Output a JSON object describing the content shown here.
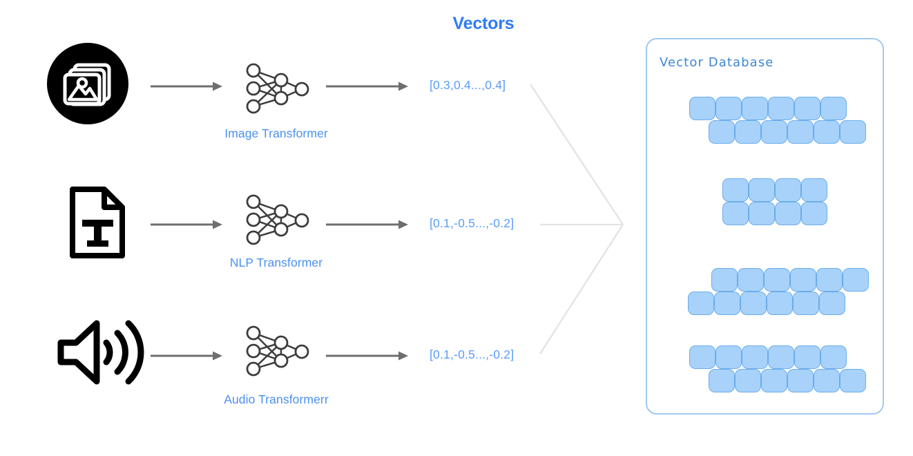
{
  "title": {
    "text": "Vectors",
    "color": "#2f7bf6"
  },
  "pipelines": [
    {
      "source_icon": "images-photo-icon",
      "transformer_label": "Image Transformer",
      "vector_text": "[0.3,0.4...,0.4]"
    },
    {
      "source_icon": "text-document-icon",
      "transformer_label": "NLP Transformer",
      "vector_text": "[0.1,-0.5...,-0.2]"
    },
    {
      "source_icon": "speaker-audio-icon",
      "transformer_label": "Audio Transformerr",
      "vector_text": "[0.1,-0.5...,-0.2]"
    }
  ],
  "vector_database": {
    "title": "Vector Database",
    "border_color": "#9fc8f2",
    "cell_fill": "#a8d2fa",
    "cell_border": "#6aaceb",
    "groups": [
      {
        "rows": [
          {
            "offset": 1,
            "count": 6
          },
          {
            "offset": 2,
            "count": 6
          }
        ]
      },
      {
        "rows": [
          {
            "offset": 3,
            "count": 4
          },
          {
            "offset": 3,
            "count": 4
          }
        ]
      },
      {
        "rows": [
          {
            "offset": 2,
            "count": 6
          },
          {
            "offset": 1,
            "count": 6
          }
        ]
      },
      {
        "rows": [
          {
            "offset": 1,
            "count": 6
          },
          {
            "offset": 2,
            "count": 6
          }
        ]
      }
    ]
  },
  "arrows": {
    "color": "#6e6e6e",
    "label": "flow-arrow"
  },
  "connectors": {
    "color": "#e2e2e2",
    "label": "vector-to-database-connector"
  }
}
